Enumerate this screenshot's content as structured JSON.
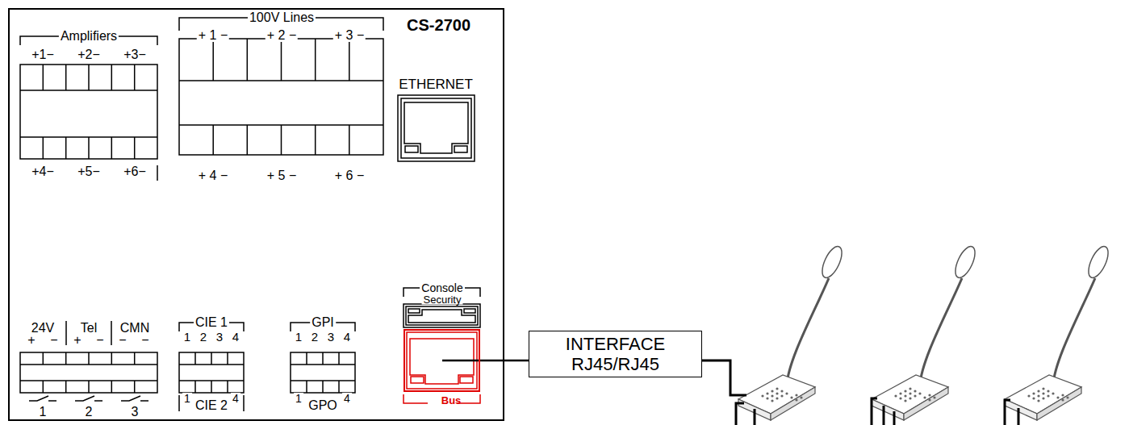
{
  "diagram": {
    "nodes": [
      {
        "text": [
          "CS-2700"
        ]
      },
      {
        "text": [
          "Bus"
        ],
        "in": 0
      },
      {
        "text": [
          "INTERFACE RJ45/RJ45"
        ]
      }
    ],
    "edges": [
      {
        "from": 1,
        "to": 2,
        "arrow": "none"
      }
    ],
    "labels": [
      "Amplifiers",
      "+1−",
      "+2−",
      "+3−",
      "+4−",
      "+5−",
      "+6−",
      "100V Lines",
      "+ 1 −",
      "+ 2 −",
      "+ 3 −",
      "+ 4 −",
      "+ 5 −",
      "+ 6 −",
      "ETHERNET",
      "Console",
      "Security",
      "24V",
      "+",
      "−",
      "Tel",
      "+",
      "−",
      "CMN",
      "−",
      "−",
      "1",
      "2",
      "3",
      "CIE 1",
      "1",
      "2",
      "3",
      "4",
      "1",
      "CIE 2",
      "4",
      "GPI",
      "1",
      "2",
      "3",
      "4",
      "1",
      "GPO",
      "4"
    ]
  }
}
